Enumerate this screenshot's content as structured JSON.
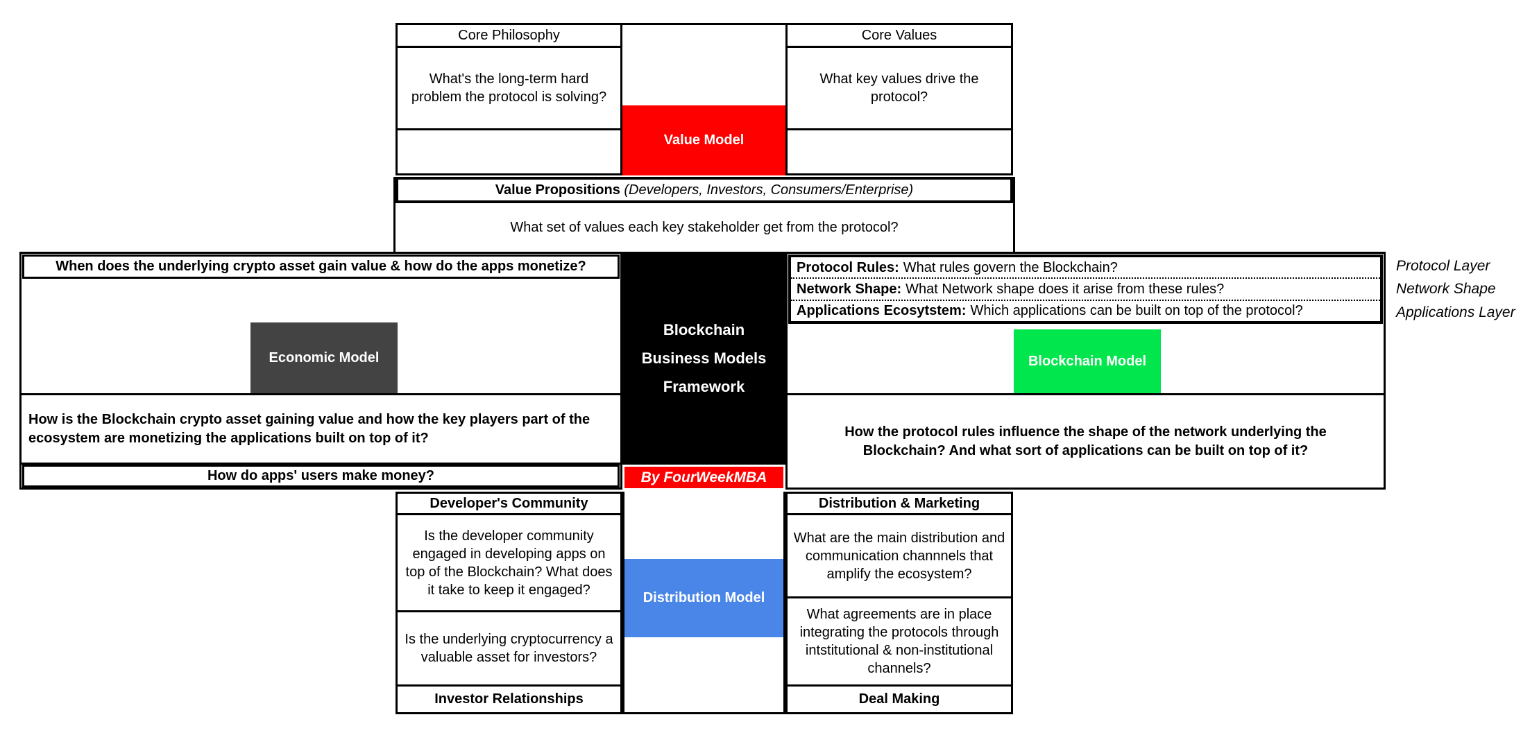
{
  "title": "Blockchain Business Models Framework",
  "colors": {
    "red": "#FE0000",
    "gray": "#434343",
    "green": "#00E64C",
    "blue": "#4A86E8",
    "black": "#000000"
  },
  "top": {
    "left": {
      "header": "Core Philosophy",
      "question": "What's the long-term hard problem the protocol is solving?"
    },
    "right": {
      "header": "Core Values",
      "question": "What key values drive the protocol?"
    },
    "center_label": "Value Model",
    "value_propositions": {
      "label": "Value Propositions",
      "audience": "(Developers, Investors, Consumers/Enterprise)",
      "question": "What set of values each key stakeholder get from the protocol?"
    }
  },
  "economic": {
    "header": "When does the underlying crypto asset gain value & how do the apps monetize?",
    "model_label": "Economic Model",
    "question": "How is the Blockchain crypto asset gaining value and how the key players part of the ecosystem are monetizing the applications built on top of it?",
    "footer": "How do apps' users make money?"
  },
  "center": {
    "title_lines": [
      "Blockchain",
      "Business Models",
      "Framework"
    ],
    "byline": "By FourWeekMBA"
  },
  "blockchain": {
    "rules": [
      {
        "label": "Protocol Rules:",
        "text": "What rules govern the Blockchain?",
        "layer": "Protocol Layer"
      },
      {
        "label": "Network Shape:",
        "text": "What Network shape does it arise from these rules?",
        "layer": "Network Shape"
      },
      {
        "label": "Applications Ecosytstem:",
        "text": "Which applications can be built on top of the protocol?",
        "layer": "Applications Layer"
      }
    ],
    "model_label": "Blockchain Model",
    "question": "How the protocol rules influence the shape of the network underlying the Blockchain? And what sort of applications can be built on top of it?"
  },
  "bottom": {
    "left": {
      "header": "Developer's Community",
      "q1": "Is the developer community engaged in developing apps on top of the Blockchain? What does it take to keep it engaged?",
      "q2": "Is the underlying cryptocurrency a valuable asset for investors?",
      "footer": "Investor Relationships"
    },
    "center_label": "Distribution Model",
    "right": {
      "header": "Distribution & Marketing",
      "q1": "What are the main distribution and communication channnels that amplify the ecosystem?",
      "q2": "What agreements are in place integrating the protocols through intstitutional & non-institutional channels?",
      "footer": "Deal Making"
    }
  }
}
